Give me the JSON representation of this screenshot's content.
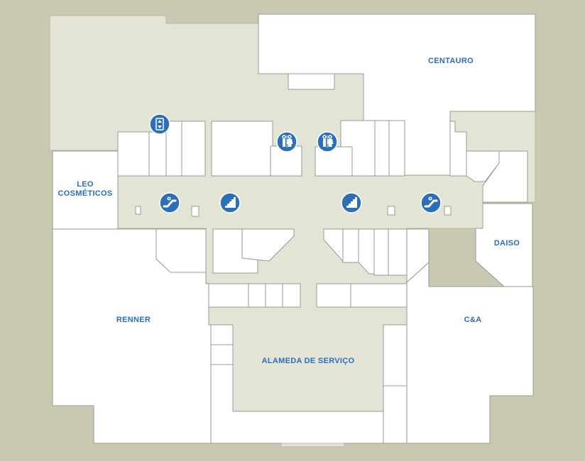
{
  "colors": {
    "background": "#c9c8b1",
    "corridor": "#e3e4d6",
    "store": "#ffffff",
    "store_border": "#9a9a8e",
    "label": "#2a6fb7",
    "icon": "#2a6fb7"
  },
  "stores": {
    "centauro": "CENTAURO",
    "leo_line1": "LEO",
    "leo_line2": "COSMÉTICOS",
    "daiso": "DAISO",
    "renner": "RENNER",
    "cea": "C&A",
    "alameda": "ALAMEDA DE SERVIÇO"
  },
  "amenities": [
    {
      "id": "elevator",
      "icon": "elevator-icon"
    },
    {
      "id": "restroom-1",
      "icon": "restroom-icon"
    },
    {
      "id": "restroom-2",
      "icon": "restroom-icon"
    },
    {
      "id": "escalator-1",
      "icon": "escalator-icon"
    },
    {
      "id": "stairs-1",
      "icon": "stairs-icon"
    },
    {
      "id": "stairs-2",
      "icon": "stairs-icon"
    },
    {
      "id": "escalator-2",
      "icon": "escalator-icon"
    }
  ]
}
